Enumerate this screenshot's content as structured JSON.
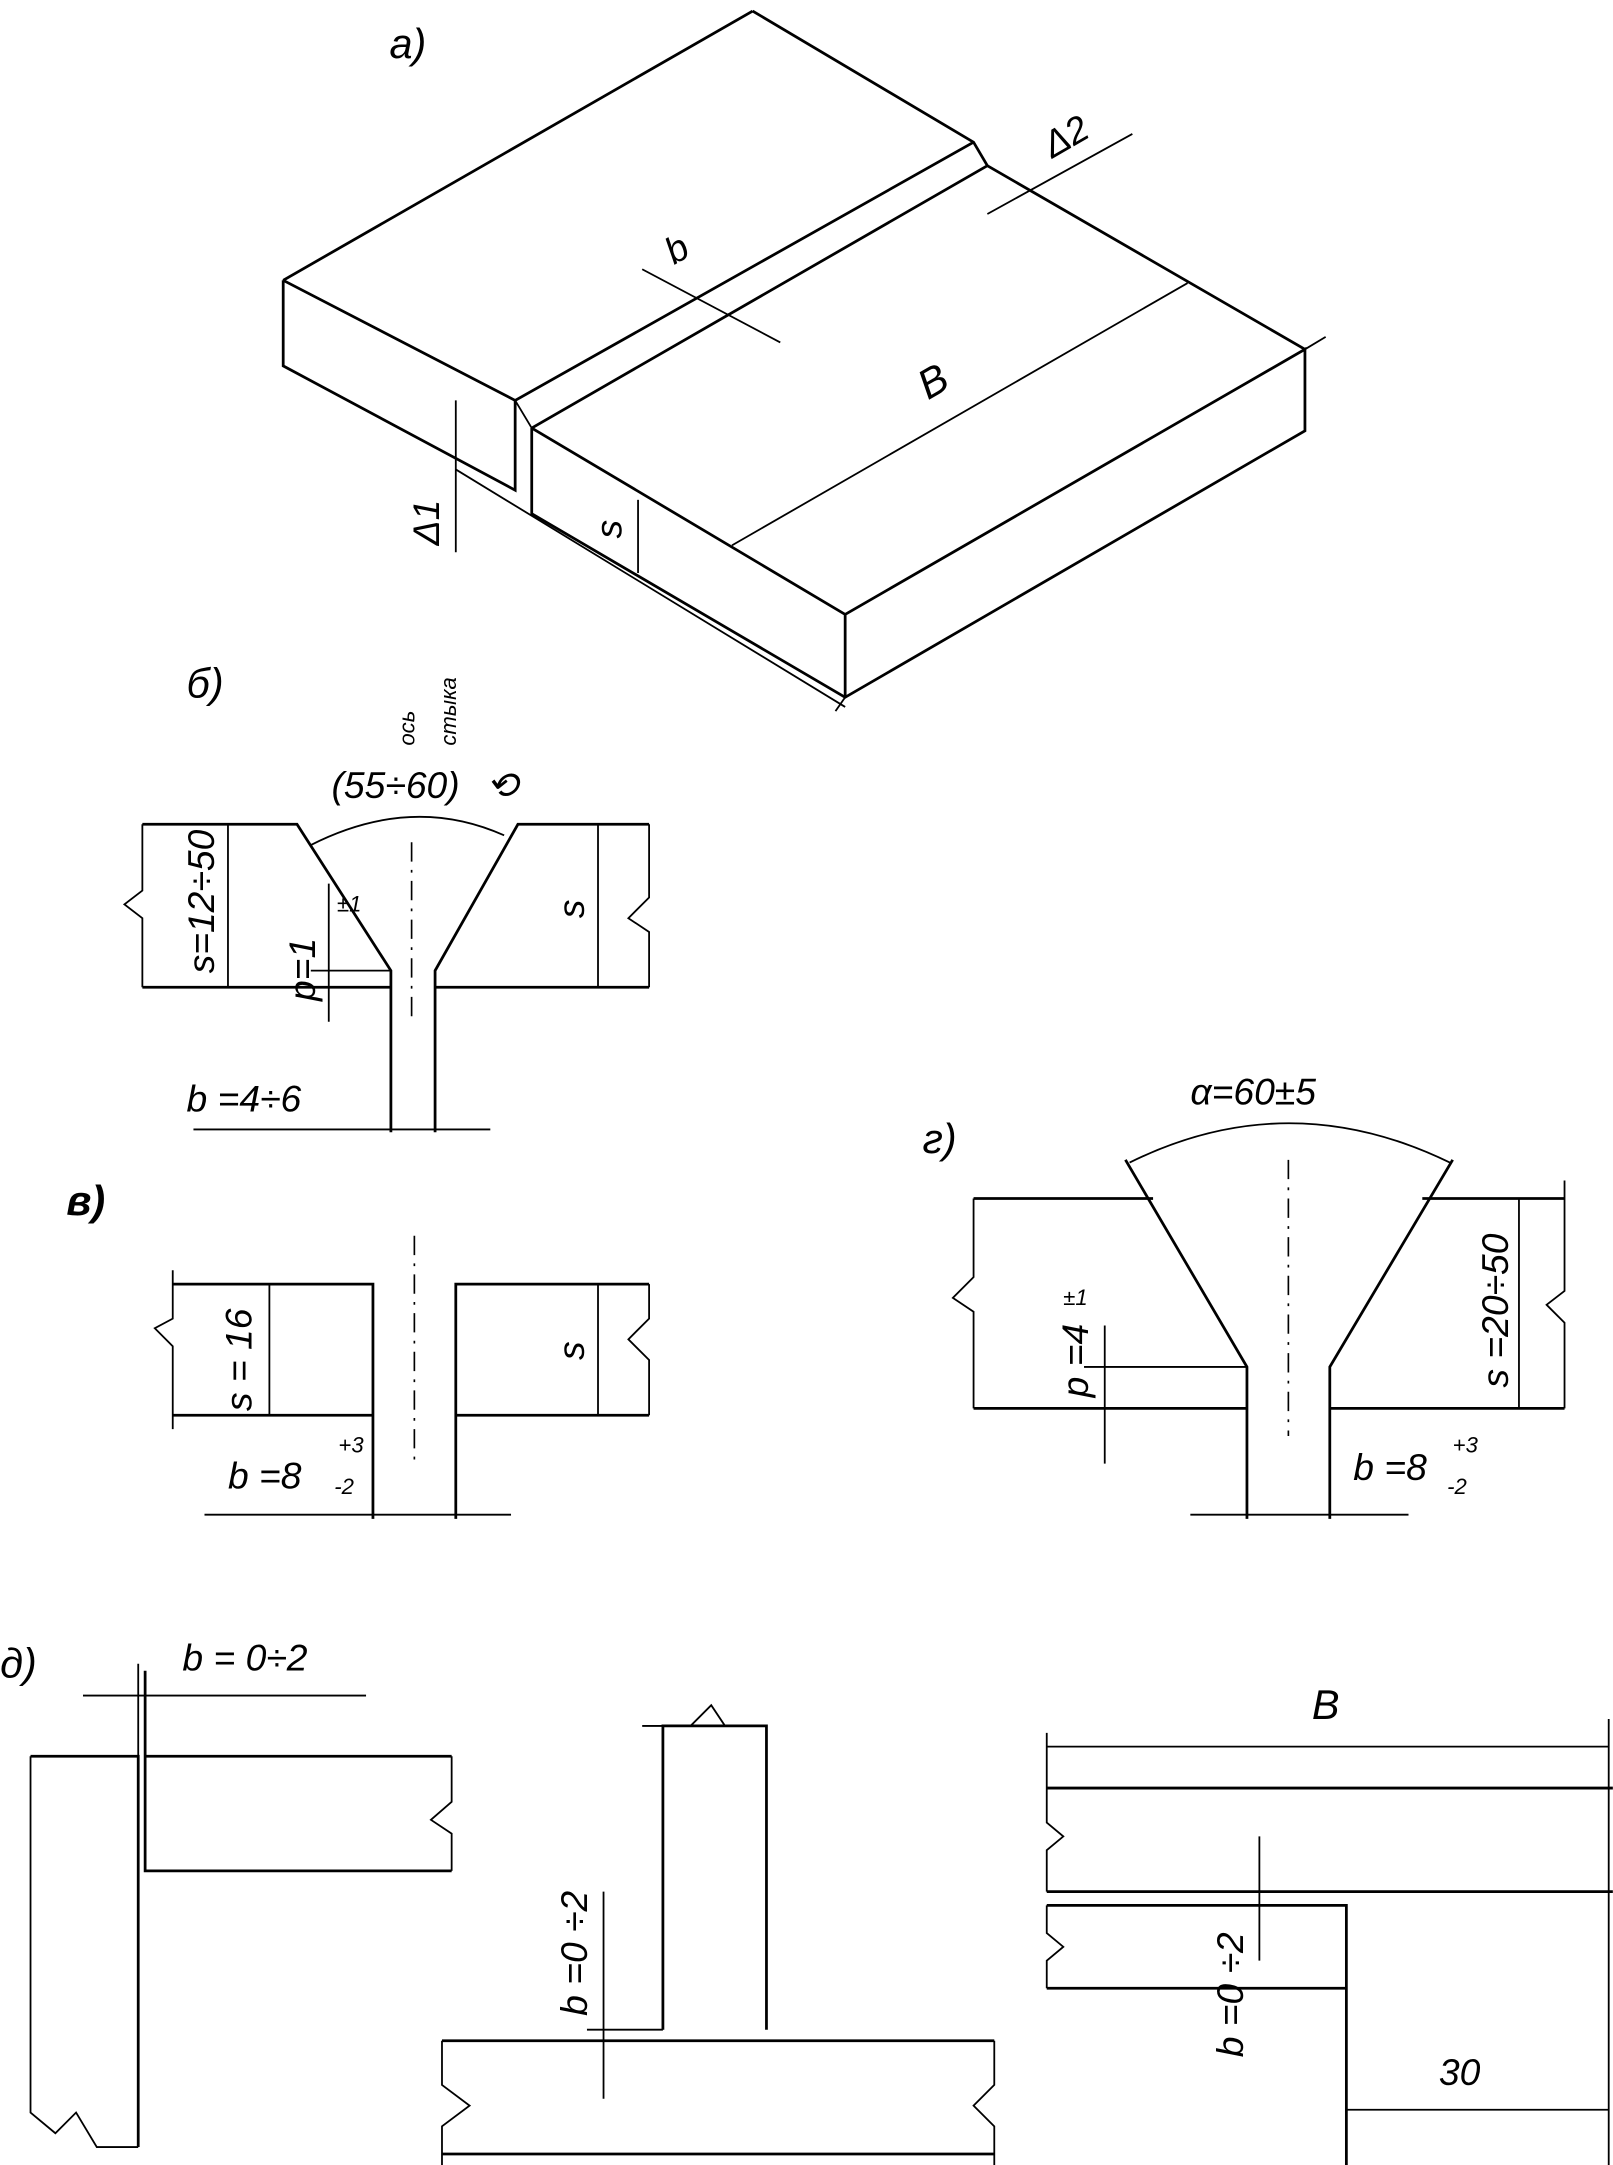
{
  "figure": {
    "a": {
      "label": "а)",
      "b": "b",
      "B": "B",
      "s": "s",
      "delta1": "Δ1",
      "delta2": "Δ2"
    },
    "b": {
      "label": "б)",
      "axis_top": "ось",
      "axis_bottom": "стыка",
      "angle": "(55÷60)",
      "angle_symbol": "⟲",
      "s_range": "s=12÷50",
      "s": "s",
      "p": "p=1",
      "p_tol": "±1",
      "gap": "b =4÷6"
    },
    "v": {
      "label": "в)",
      "s_range": "s = 16",
      "s": "s",
      "gap": "b =8",
      "gap_plus": "+3",
      "gap_minus": "-2"
    },
    "g": {
      "label": "г)",
      "angle": "α=60±5",
      "s_range": "s =20÷50",
      "p": "p =4",
      "p_tol": "±1",
      "gap": "b =8",
      "gap_plus": "+3",
      "gap_minus": "-2"
    },
    "d": {
      "label": "д)",
      "gap1": "b = 0÷2",
      "gap2": "b =0 ÷2",
      "gap3": "b =0 ÷2",
      "B": "B",
      "dim": "30"
    }
  }
}
